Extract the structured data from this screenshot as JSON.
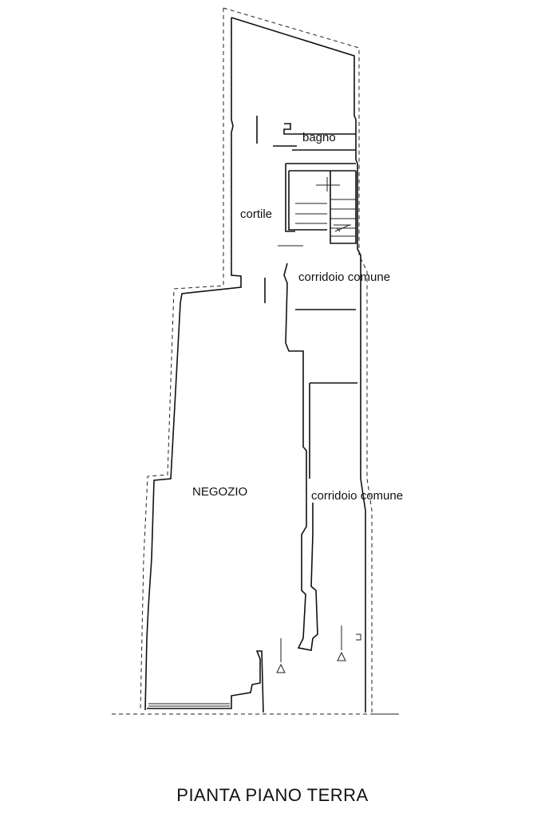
{
  "plan": {
    "title": "PIANTA PIANO TERRA",
    "rooms": {
      "bagno": "bagno",
      "cortile": "cortile",
      "corridoio_1": "corridoio comune",
      "corridoio_2": "corridoio comune",
      "negozio": "NEGOZIO"
    }
  }
}
